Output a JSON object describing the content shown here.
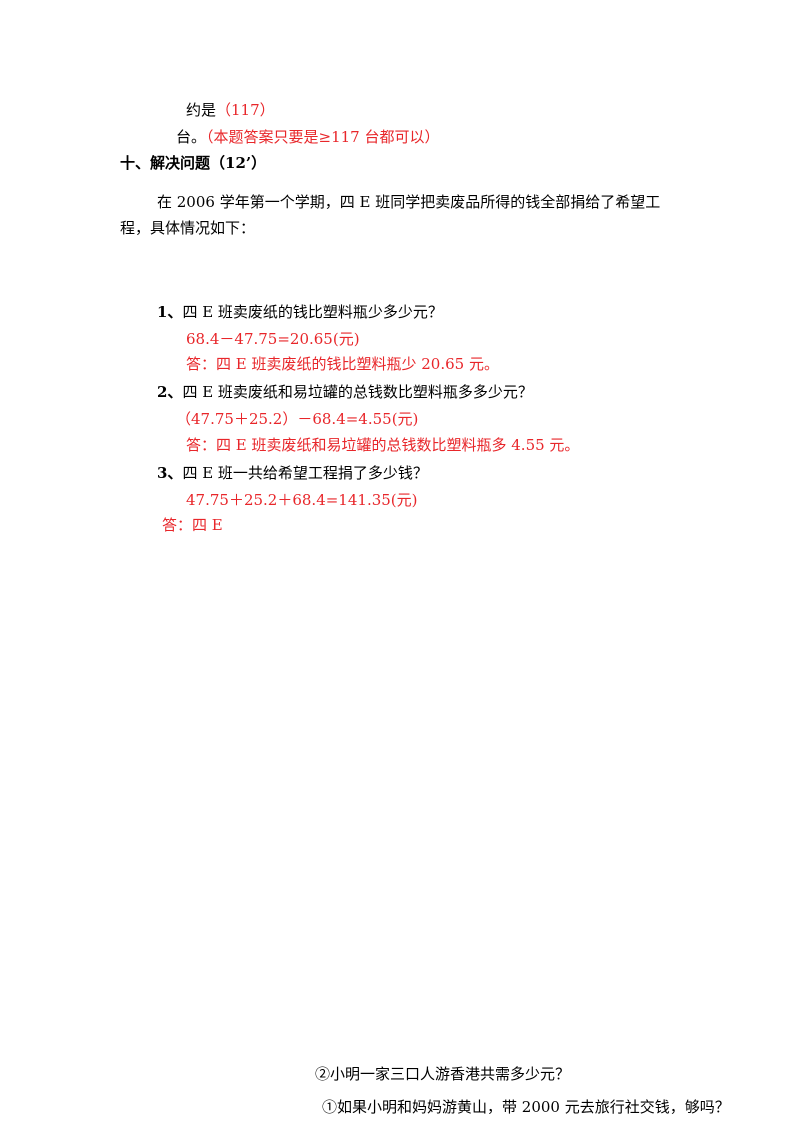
{
  "colors": {
    "text": "#000000",
    "answer": "#e8262a"
  },
  "top": {
    "line1_prefix": "约是",
    "line1_answer": "（117）",
    "line2_prefix": "台。",
    "line2_note": "（本题答案只要是≥117 台都可以）"
  },
  "section10": {
    "heading": "十、解决问题（12’）",
    "intro_line1": "在 2006 学年第一个学期，四 E 班同学把卖废品所得的钱全部捐给了希望工",
    "intro_line2": "程，具体情况如下："
  },
  "questions": [
    {
      "number": "1、",
      "question": "四 E 班卖废纸的钱比塑料瓶少多少元？",
      "calc": "68.4－47.75=20.65(元)",
      "answer": "答：四 E 班卖废纸的钱比塑料瓶少 20.65 元。"
    },
    {
      "number": "2、",
      "question": "四 E 班卖废纸和易垃罐的总钱数比塑料瓶多多少元？",
      "calc": "（47.75＋25.2）－68.4=4.55(元)",
      "answer": "答：四 E 班卖废纸和易垃罐的总钱数比塑料瓶多 4.55 元。"
    },
    {
      "number": "3、",
      "question": "四 E 班一共给希望工程捐了多少钱？",
      "calc": "47.75＋25.2＋68.4=141.35(元)",
      "answer": "答：四 E"
    }
  ],
  "bottom": {
    "q2": "②小明一家三口人游香港共需多少元？",
    "q1": "①如果小明和妈妈游黄山，带 2000 元去旅行社交钱，够吗？"
  }
}
